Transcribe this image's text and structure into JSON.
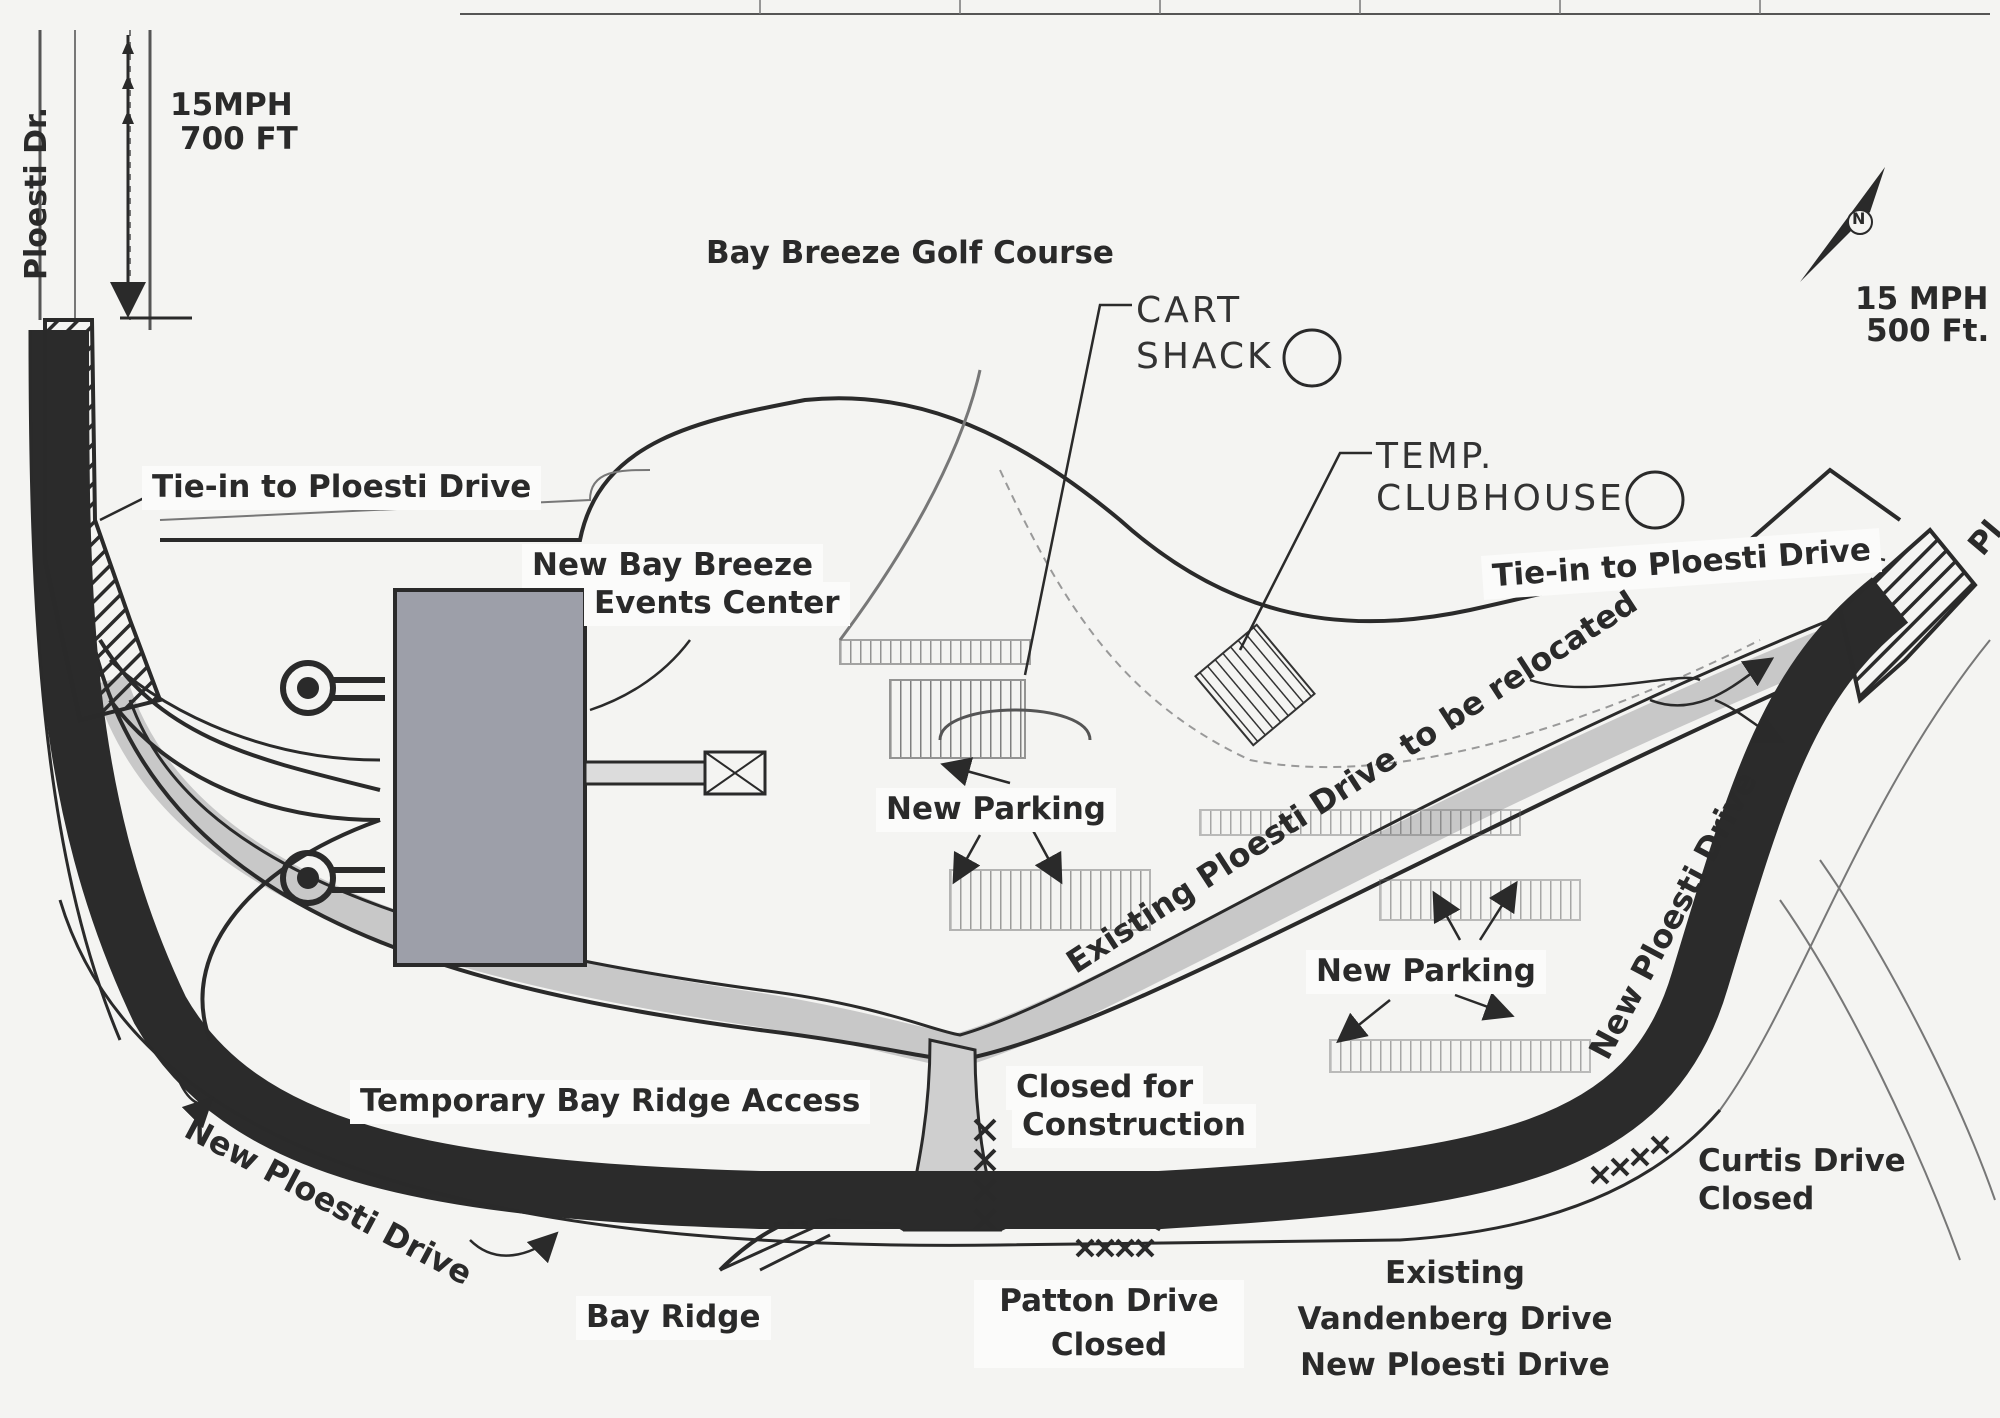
{
  "labels": {
    "ploesti_dr": "Ploesti Dr.",
    "speed_left_1": "15MPH",
    "speed_left_2": "700 FT",
    "speed_right_1": "15 MPH",
    "speed_right_2": "500 Ft.",
    "golf_course": "Bay Breeze Golf Course",
    "cart_shack_1": "CART",
    "cart_shack_2": "SHACK",
    "temp_clubhouse_1": "TEMP.",
    "temp_clubhouse_2": "CLUBHOUSE",
    "tie_in_left": "Tie-in to Ploesti Drive",
    "tie_in_right": "Tie-in to Ploesti Drive",
    "events_center_1": "New Bay Breeze",
    "events_center_2": "Events Center",
    "existing_relocated": "Existing Ploesti Drive to be relocated",
    "new_parking_1": "New Parking",
    "new_parking_2": "New Parking",
    "new_ploesti_right": "New Ploesti Drive",
    "new_ploesti_left": "New Ploesti Drive",
    "temp_bay_ridge": "Temporary Bay Ridge Access",
    "closed_construction_1": "Closed for",
    "closed_construction_2": "Construction",
    "curtis_1": "Curtis Drive",
    "curtis_2": "Closed",
    "bay_ridge": "Bay Ridge",
    "patton_1": "Patton Drive",
    "patton_2": "Closed",
    "existing_label": "Existing",
    "vandenberg": "Vandenberg Drive",
    "new_ploesti_bottom": "New Ploesti Drive",
    "edge_pl": "Pl",
    "north_mark": "N"
  },
  "colors": {
    "new_road": "#2b2b2b",
    "existing_road": "#bdbdbd",
    "building": "#9d9fa9",
    "ink": "#2a2a2a"
  }
}
